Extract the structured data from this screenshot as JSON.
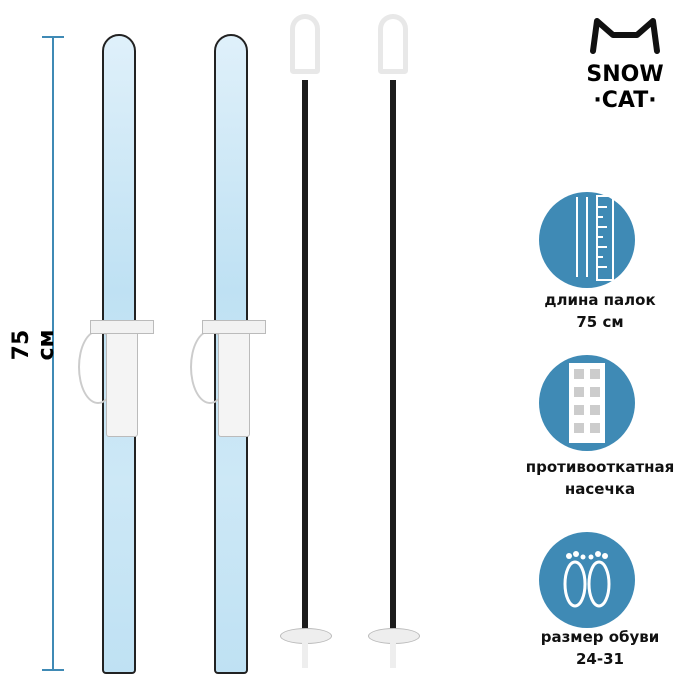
{
  "logo": {
    "line1": "SNOW",
    "line2": "·CAT·"
  },
  "length_label": "75 см",
  "features": [
    {
      "icon": "pole-ruler-icon",
      "line1": "длина палок",
      "line2": "75 см"
    },
    {
      "icon": "anti-slip-notch-icon",
      "line1": "противооткатная",
      "line2": "насечка"
    },
    {
      "icon": "footprints-icon",
      "line1": "размер обуви",
      "line2": "24-31"
    }
  ],
  "colors": {
    "accent": "#3f8ab5"
  }
}
